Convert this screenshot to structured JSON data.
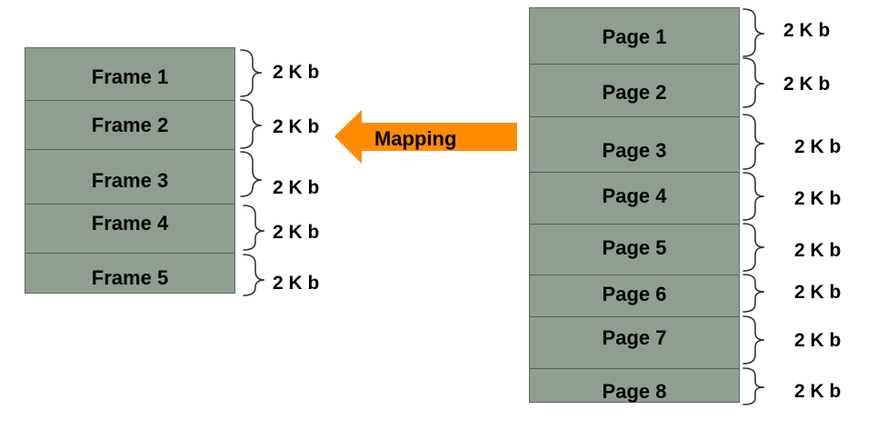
{
  "frames": [
    {
      "label": "Frame 1",
      "size": "2 K b"
    },
    {
      "label": "Frame 2",
      "size": "2 K b"
    },
    {
      "label": "Frame 3",
      "size": "2 K b"
    },
    {
      "label": "Frame 4",
      "size": "2 K b"
    },
    {
      "label": "Frame 5",
      "size": "2 K b"
    }
  ],
  "pages": [
    {
      "label": "Page 1",
      "size": "2 K b"
    },
    {
      "label": "Page 2",
      "size": "2 K b"
    },
    {
      "label": "Page 3",
      "size": "2 K b"
    },
    {
      "label": "Page 4",
      "size": "2 K b"
    },
    {
      "label": "Page 5",
      "size": "2 K b"
    },
    {
      "label": "Page 6",
      "size": "2 K b"
    },
    {
      "label": "Page 7",
      "size": "2 K b"
    },
    {
      "label": "Page 8",
      "size": "2 K b"
    }
  ],
  "arrow": {
    "label": "Mapping",
    "color": "#ff8c00"
  },
  "colors": {
    "block_fill": "#8f9e91",
    "divider": "#56625a"
  }
}
